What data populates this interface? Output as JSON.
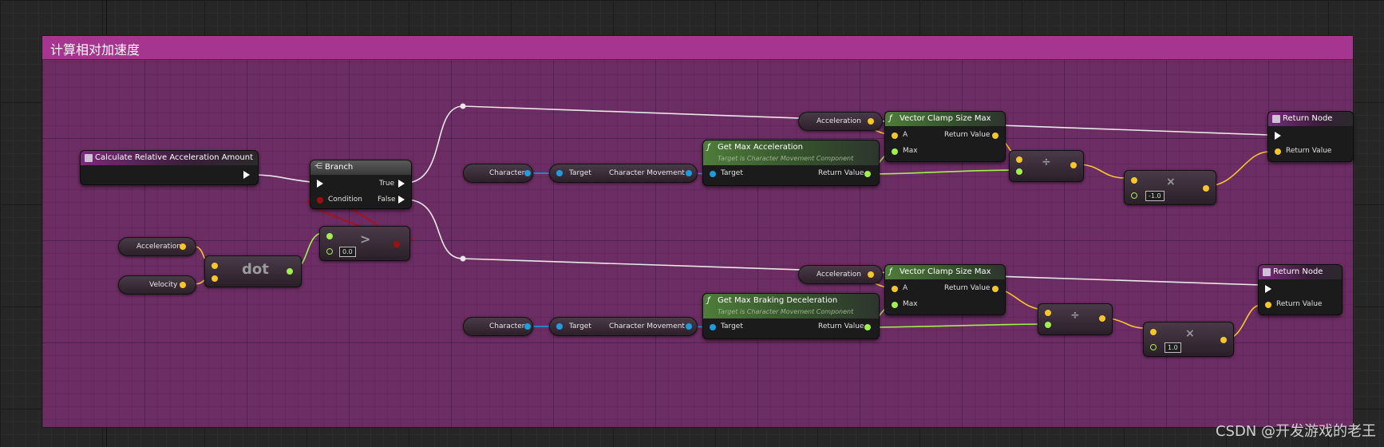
{
  "comment": {
    "title": "计算相对加速度"
  },
  "event_node": {
    "title": "Calculate Relative Acceleration Amount"
  },
  "branch_node": {
    "title": "Branch",
    "true_label": "True",
    "false_label": "False",
    "condition_label": "Condition"
  },
  "dot_node": {
    "op": "dot"
  },
  "greater_node": {
    "op": ">",
    "default": "0.0"
  },
  "inputs": {
    "acceleration": "Acceleration",
    "velocity": "Velocity"
  },
  "upper": {
    "character": "Character",
    "cmc_target": "Target",
    "cmc_value": "Character Movement",
    "func_title": "Get Max Acceleration",
    "func_sub": "Target is Character Movement Component",
    "func_target": "Target",
    "func_return": "Return Value",
    "accel_var": "Acceleration",
    "clamp_title": "Vector Clamp Size Max",
    "clamp_a": "A",
    "clamp_max": "Max",
    "clamp_return": "Return Value",
    "div_op": "÷",
    "mul_op": "×",
    "mul_default": "-1.0",
    "return_title": "Return Node",
    "return_value": "Return Value"
  },
  "lower": {
    "character": "Character",
    "cmc_target": "Target",
    "cmc_value": "Character Movement",
    "func_title": "Get Max Braking Deceleration",
    "func_sub": "Target is Character Movement Component",
    "func_target": "Target",
    "func_return": "Return Value",
    "accel_var": "Acceleration",
    "clamp_title": "Vector Clamp Size Max",
    "clamp_a": "A",
    "clamp_max": "Max",
    "clamp_return": "Return Value",
    "div_op": "÷",
    "mul_op": "×",
    "mul_default": "1.0",
    "return_title": "Return Node",
    "return_value": "Return Value"
  },
  "watermark": "CSDN @开发游戏的老王",
  "colors": {
    "comment_header": "#a6358f",
    "comment_body": "#6b2d63",
    "vector_pin": "#f6c62b",
    "object_pin": "#1e9ce0",
    "float_pin": "#a0f050",
    "bool_pin": "#9c1010",
    "exec_pin": "#ffffff"
  }
}
